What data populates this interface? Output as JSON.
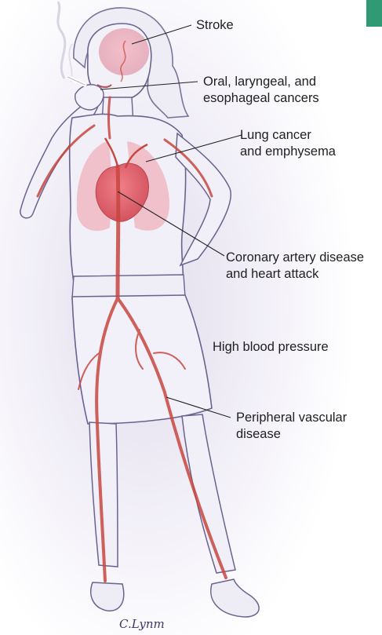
{
  "labels": {
    "stroke": "Stroke",
    "oral_line1": "Oral, laryngeal, and",
    "oral_line2": "esophageal cancers",
    "lung_line1": "Lung cancer",
    "lung_line2": "and emphysema",
    "coronary_line1": "Coronary artery disease",
    "coronary_line2": "and heart attack",
    "hbp": "High blood pressure",
    "pvd_line1": "Peripheral vascular",
    "pvd_line2": "disease"
  },
  "signature": "C.Lynm",
  "colors": {
    "accent_tab": "#2f9a74",
    "artery": "#c8463f",
    "organ": "#e98a96",
    "outline": "#6a6390",
    "leader": "#222222"
  }
}
